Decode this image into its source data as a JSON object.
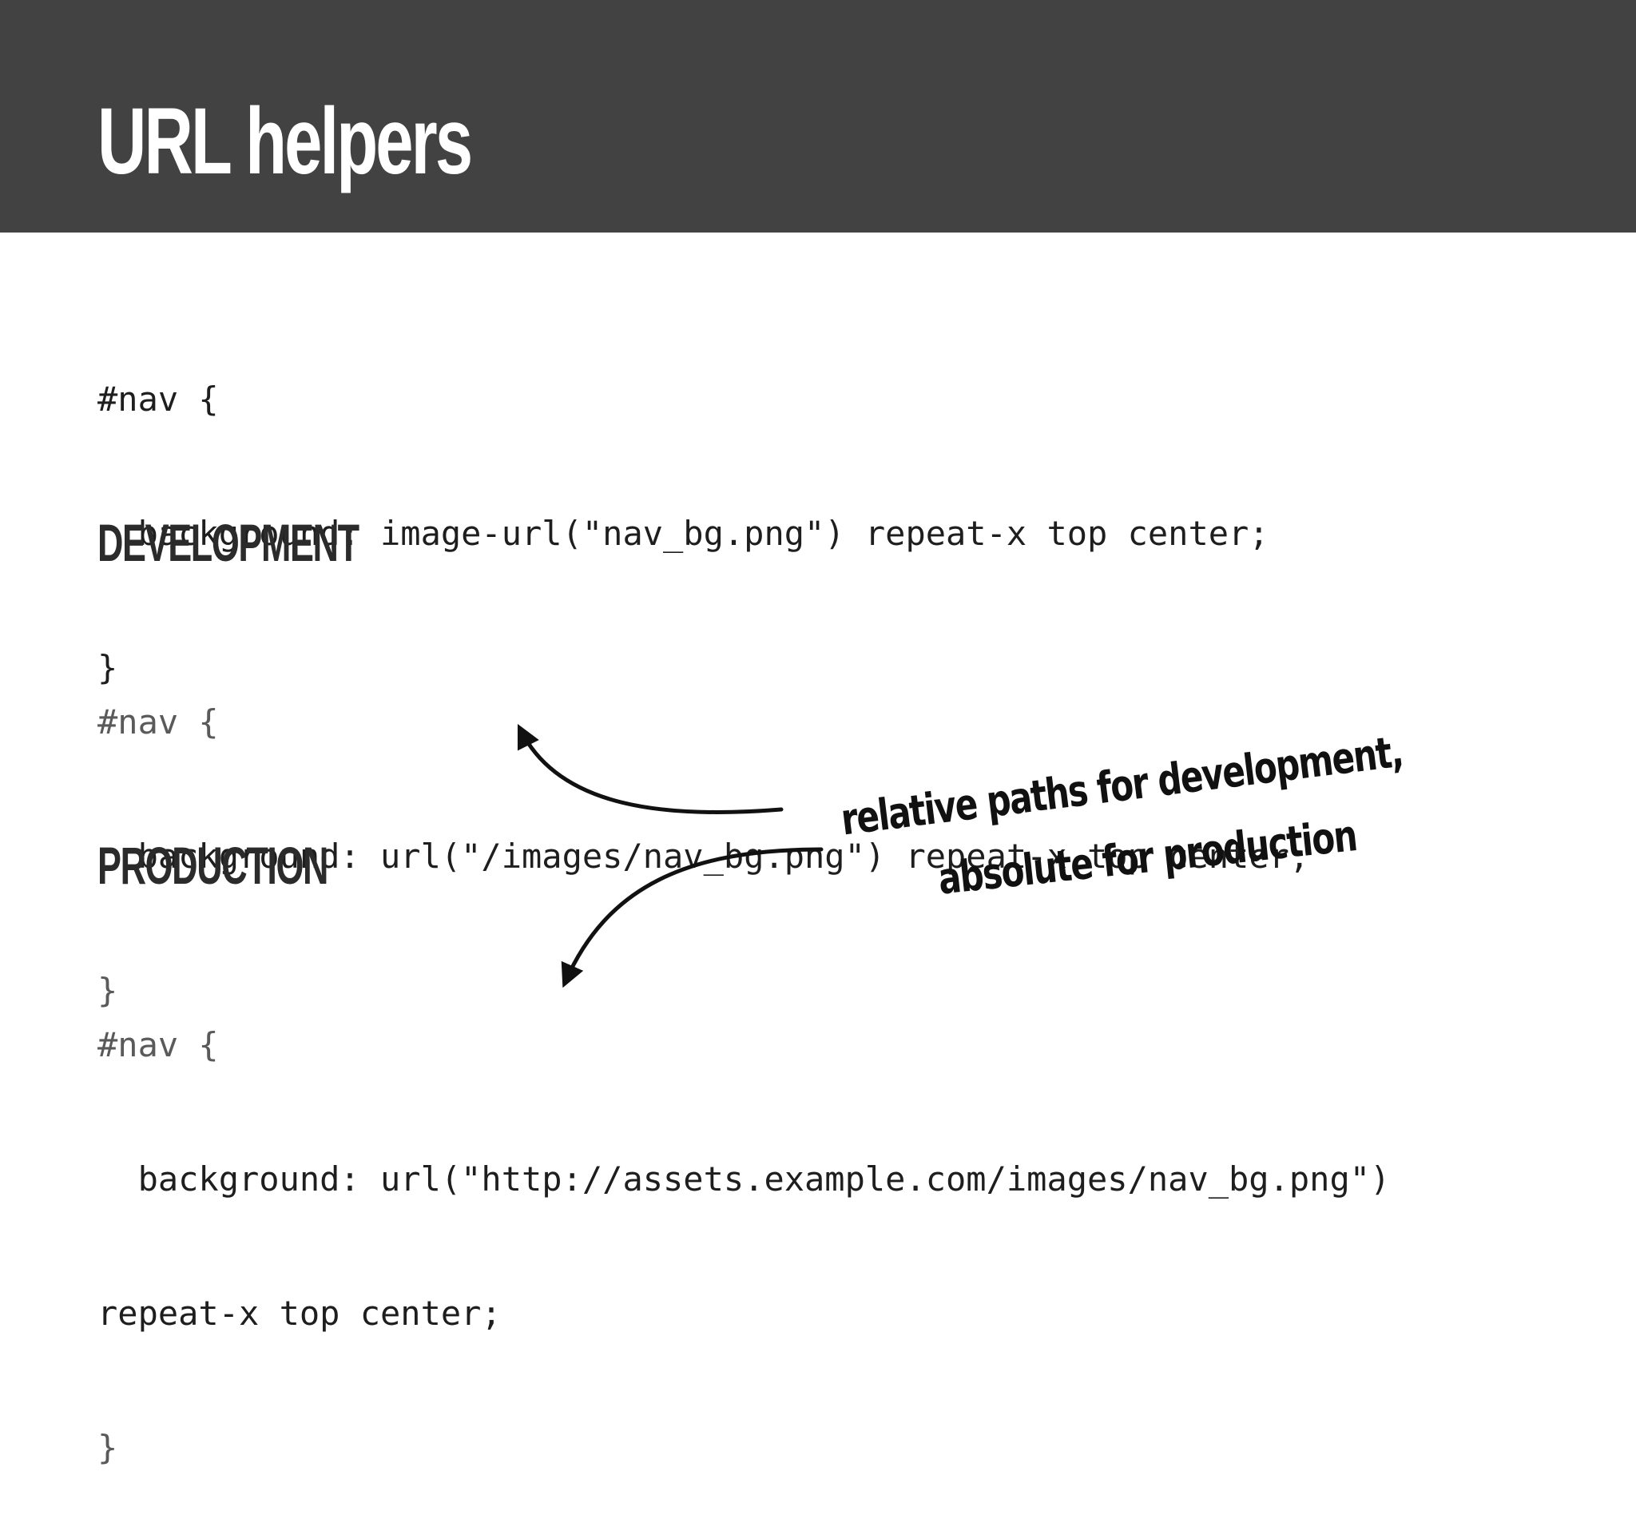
{
  "title": "URL helpers",
  "source_code": {
    "line1": "#nav {",
    "line2": "  background: image-url(\"nav_bg.png\") repeat-x top center;",
    "line3": "}"
  },
  "development": {
    "heading": "DEVELOPMENT",
    "line1": "#nav {",
    "line2": "  background: url(\"/images/nav_bg.png\") repeat-x top center;",
    "line3": "}"
  },
  "production": {
    "heading": "PRODUCTION",
    "line1": "#nav {",
    "line2": "  background: url(\"http://assets.example.com/images/nav_bg.png\")",
    "line3": "repeat-x top center;",
    "line4": "}"
  },
  "annotation": {
    "line1": "relative paths for development,",
    "line2": "absolute for production"
  }
}
